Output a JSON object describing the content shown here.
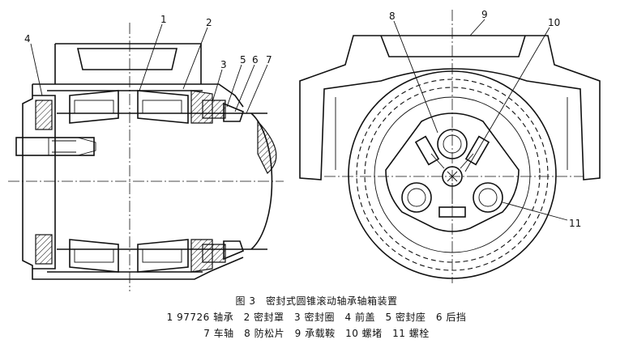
{
  "figure": {
    "part_numbers": [
      "1",
      "2",
      "3",
      "4",
      "5",
      "6",
      "7",
      "8",
      "9",
      "10",
      "11"
    ]
  },
  "caption": {
    "title": "图 3　密封式圆锥滚动轴承轴箱装置",
    "line1": "1  97726 轴承　2 密封罩　3 密封圈　4 前盖　5 密封座　6 后挡",
    "line2": "7 车轴　8 防松片　9 承载鞍　10 螺堵　11 螺栓"
  }
}
